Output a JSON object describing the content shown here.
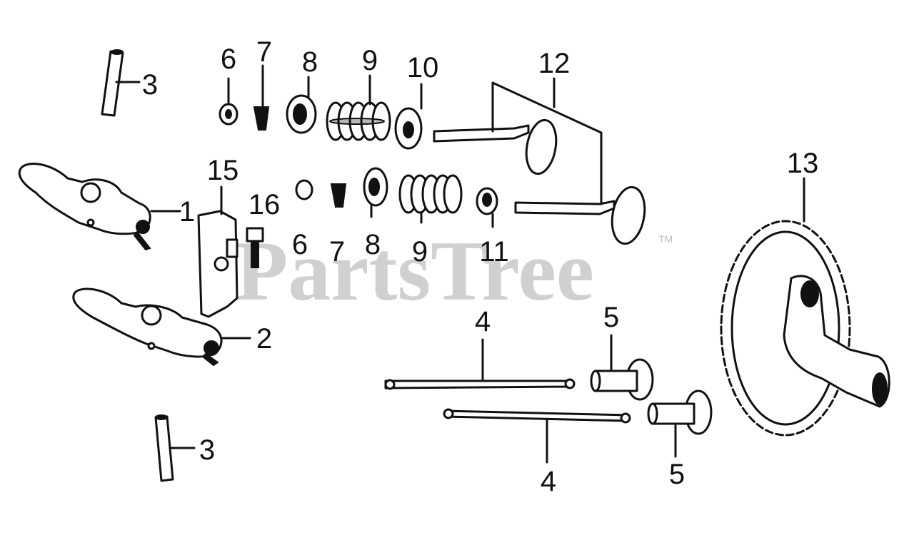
{
  "watermark": {
    "brand": "PartsTree",
    "trademark": "TM"
  },
  "callouts": [
    {
      "id": "c1",
      "label": "1"
    },
    {
      "id": "c2",
      "label": "2"
    },
    {
      "id": "c3a",
      "label": "3"
    },
    {
      "id": "c3b",
      "label": "3"
    },
    {
      "id": "c4a",
      "label": "4"
    },
    {
      "id": "c4b",
      "label": "4"
    },
    {
      "id": "c5a",
      "label": "5"
    },
    {
      "id": "c5b",
      "label": "5"
    },
    {
      "id": "c6a",
      "label": "6"
    },
    {
      "id": "c6b",
      "label": "6"
    },
    {
      "id": "c7a",
      "label": "7"
    },
    {
      "id": "c7b",
      "label": "7"
    },
    {
      "id": "c8a",
      "label": "8"
    },
    {
      "id": "c8b",
      "label": "8"
    },
    {
      "id": "c9a",
      "label": "9"
    },
    {
      "id": "c9b",
      "label": "9"
    },
    {
      "id": "c10",
      "label": "10"
    },
    {
      "id": "c11",
      "label": "11"
    },
    {
      "id": "c12",
      "label": "12"
    },
    {
      "id": "c13",
      "label": "13"
    },
    {
      "id": "c15",
      "label": "15"
    },
    {
      "id": "c16",
      "label": "16"
    }
  ]
}
